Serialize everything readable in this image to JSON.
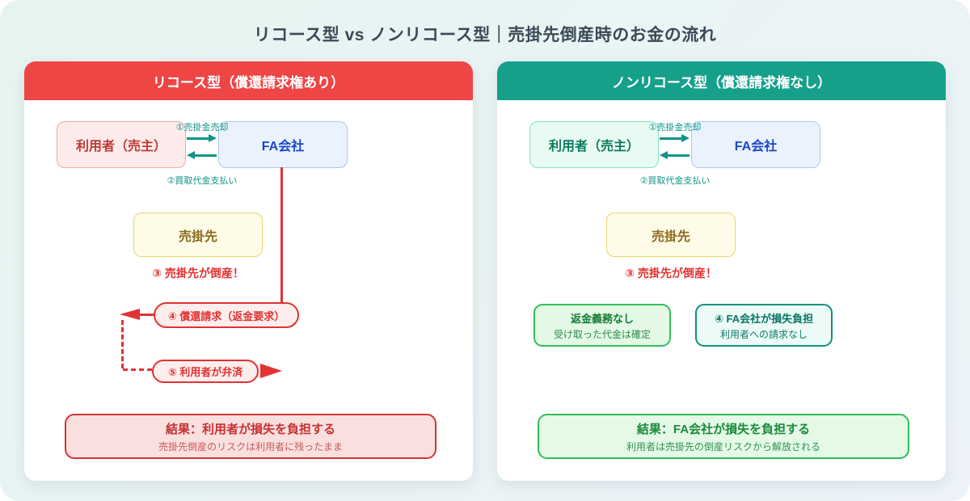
{
  "page": {
    "title": "リコース型 vs ノンリコース型｜売掛先倒産時のお金の流れ"
  },
  "colors": {
    "title-text": "#3A4A57",
    "page-bg1": "#E6F4F1",
    "page-bg2": "#EDF3F8",
    "red-header": "#EE4545",
    "teal-header": "#16A08A",
    "red": "#E23232",
    "pink-bg": "#FDEBEB",
    "pink-border": "#F0A9A9",
    "red-node-text": "#BE3A34",
    "blue-bg": "#EAF3FD",
    "blue-border": "#A9CAF0",
    "blue-text": "#1B46C8",
    "teal": "#0E9488",
    "mint-bg": "#E7FBF2",
    "mint-border": "#86DEC2",
    "mint-text": "#0C7A5F",
    "yellow-bg": "#FEFBE9",
    "yellow-border": "#E8D671",
    "yellow-text": "#8E6D1E",
    "step-red-bg": "#FDEDED",
    "result-red-bg": "#FADFDF",
    "result-red-border": "#D63434",
    "result-red-title": "#C53030",
    "result-red-sub": "#C75B5B",
    "green-bg": "#E3F9E5",
    "green-border": "#35BE58",
    "green-title": "#157A36",
    "green-sub": "#2F8A4C",
    "tealbox-bg": "#ECFBF7",
    "tealbox-border": "#12917E",
    "tealbox-title": "#0B7466",
    "tealbox-sub": "#117A6C",
    "result-green-bg": "#E4F9E6",
    "result-green-border": "#31BD53",
    "result-green-title": "#1B8A3C",
    "result-green-sub": "#2F9352"
  },
  "left": {
    "header": "リコース型（償還請求権あり）",
    "user_box": "利用者（売主）",
    "fa_box": "FA会社",
    "arrow_sale_label": "①売掛金売却",
    "arrow_payment_label": "②買取代金支払い",
    "client_box": "売掛先",
    "bankruptcy_note": "③ 売掛先が倒産！",
    "recourse_claim": "④ 償還請求（返金要求）",
    "repayment": "⑤ 利用者が弁済",
    "result_title": "結果：利用者が損失を負担する",
    "result_sub": "売掛先倒産のリスクは利用者に残ったまま"
  },
  "right": {
    "header": "ノンリコース型（償還請求権なし）",
    "user_box": "利用者（売主）",
    "fa_box": "FA会社",
    "arrow_sale_label": "①売掛金売却",
    "arrow_payment_label": "②買取代金支払い",
    "client_box": "売掛先",
    "bankruptcy_note": "③ 売掛先が倒産！",
    "no_refund_title": "返金義務なし",
    "no_refund_sub": "受け取った代金は確定",
    "fa_loss_title": "④ FA会社が損失負担",
    "fa_loss_sub": "利用者への請求なし",
    "result_title": "結果：FA会社が損失を負担する",
    "result_sub": "利用者は売掛先の倒産リスクから解放される"
  }
}
